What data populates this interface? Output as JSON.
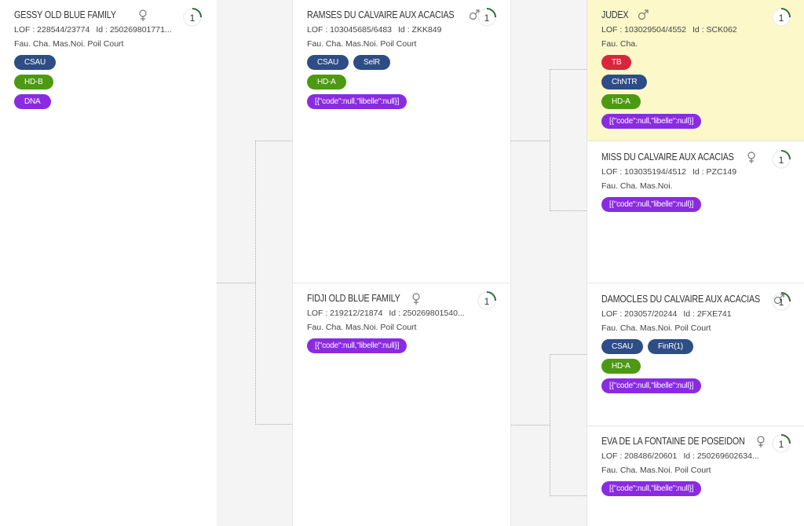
{
  "colors": {
    "csau": "#2e4d86",
    "hd": "#4c9a12",
    "dna": "#8a2be2",
    "tb": "#d9263a",
    "highlight": "#fcf8c9"
  },
  "dogs": {
    "gessy": {
      "name": "GESSY OLD BLUE FAMILY",
      "sex": "female",
      "lof": "LOF : 228544/23774",
      "id": "Id : 250269801771...",
      "desc": "Fau. Cha. Mas.Noi. Poil Court",
      "rank": "1",
      "tags": {
        "t1": "CSAU",
        "t2": "HD-B",
        "t3": "DNA"
      }
    },
    "ramses": {
      "name": "RAMSES DU CALVAIRE AUX ACACIAS",
      "sex": "male",
      "lof": "LOF : 103045685/6483",
      "id": "Id : ZKK849",
      "desc": "Fau. Cha. Mas.Noi. Poil Court",
      "rank": "1",
      "tags": {
        "t1": "CSAU",
        "t2": "SelR",
        "t3": "HD-A",
        "t4": "[{\"code\":null,\"libelle\":null}]"
      }
    },
    "fidji": {
      "name": "FIDJI OLD BLUE FAMILY",
      "sex": "female",
      "lof": "LOF : 219212/21874",
      "id": "Id : 250269801540...",
      "desc": "Fau. Cha. Mas.Noi. Poil Court",
      "rank": "1",
      "tags": {
        "t1": "[{\"code\":null,\"libelle\":null}]"
      }
    },
    "judex": {
      "name": "JUDEX",
      "sex": "male",
      "lof": "LOF : 103029504/4552",
      "id": "Id : SCK062",
      "desc": "Fau. Cha.",
      "rank": "1",
      "tags": {
        "t1": "TB",
        "t2": "ChNTR",
        "t3": "HD-A",
        "t4": "[{\"code\":null,\"libelle\":null}]"
      }
    },
    "miss": {
      "name": "MISS DU CALVAIRE AUX ACACIAS",
      "sex": "female",
      "lof": "LOF : 103035194/4512",
      "id": "Id : PZC149",
      "desc": "Fau. Cha. Mas.Noi.",
      "rank": "1",
      "tags": {
        "t1": "[{\"code\":null,\"libelle\":null}]"
      }
    },
    "damocles": {
      "name": "DAMOCLES DU CALVAIRE AUX ACACIAS",
      "sex": "male",
      "lof": "LOF : 203057/20244",
      "id": "Id : 2FXE741",
      "desc": "Fau. Cha. Mas.Noi. Poil Court",
      "rank": "1",
      "tags": {
        "t1": "CSAU",
        "t2": "FinR(1)",
        "t3": "HD-A",
        "t4": "[{\"code\":null,\"libelle\":null}]"
      }
    },
    "eva": {
      "name": "EVA DE LA FONTAINE DE POSEIDON",
      "sex": "female",
      "lof": "LOF : 208486/20601",
      "id": "Id : 250269602634...",
      "desc": "Fau. Cha. Mas.Noi. Poil Court",
      "rank": "1",
      "tags": {
        "t1": "[{\"code\":null,\"libelle\":null}]"
      }
    }
  }
}
